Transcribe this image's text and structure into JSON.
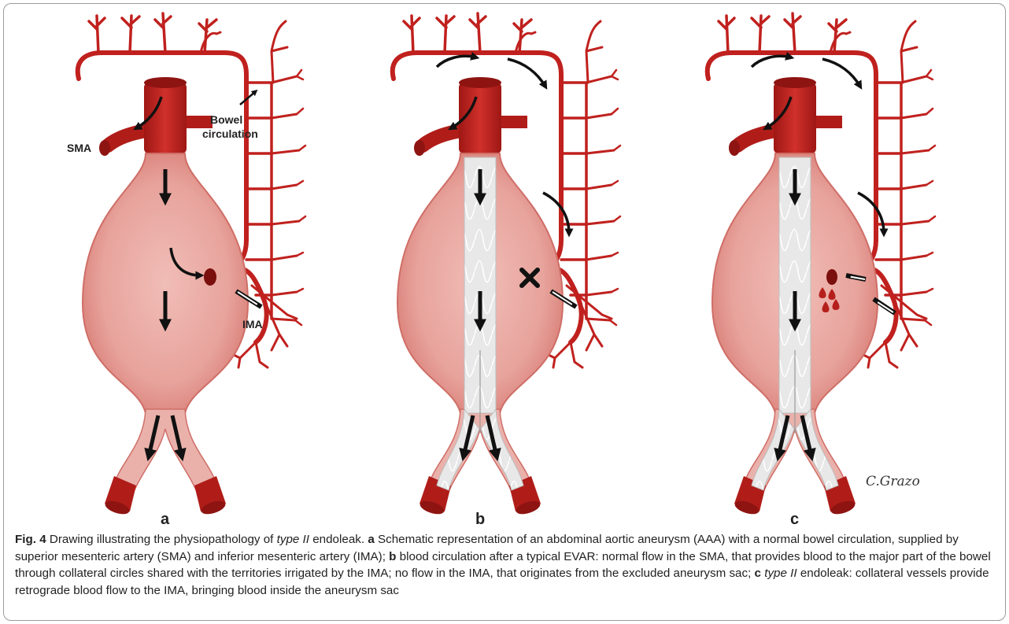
{
  "labels": {
    "sma": "SMA",
    "ima": "IMA",
    "bowel_line1": "Bowel",
    "bowel_line2": "circulation",
    "signature": "C.Grazo"
  },
  "panels": [
    "a",
    "b",
    "c"
  ],
  "caption": {
    "fig": "Fig. 4",
    "p0": "  Drawing illustrating the physiopathology of ",
    "typeII_1": "type II",
    "p1": " endoleak. ",
    "a": "a",
    "p2": " Schematic representation of an abdominal aortic aneurysm (AAA) with a normal bowel circulation, supplied by superior mesenteric artery (SMA) and inferior mesenteric artery (IMA); ",
    "b": "b",
    "p3": " blood circulation after a typical EVAR: normal flow in the SMA, that provides blood to the major part of the bowel through collateral circles shared with the territories irrigated by the IMA; no flow in the IMA, that originates from the excluded aneurysm sac; ",
    "c": "c",
    "sp": " ",
    "typeII_2": "type II",
    "p4": " endoleak: collateral vessels provide retrograde blood flow to the IMA, bringing blood inside the aneurysm sac"
  },
  "colors": {
    "artery": "#c0211e",
    "artery_dark": "#8e1412",
    "sac": "#e59a94",
    "sac_edge": "#cf6e67",
    "graft": "#e9e9e9",
    "arrow": "#111111"
  }
}
